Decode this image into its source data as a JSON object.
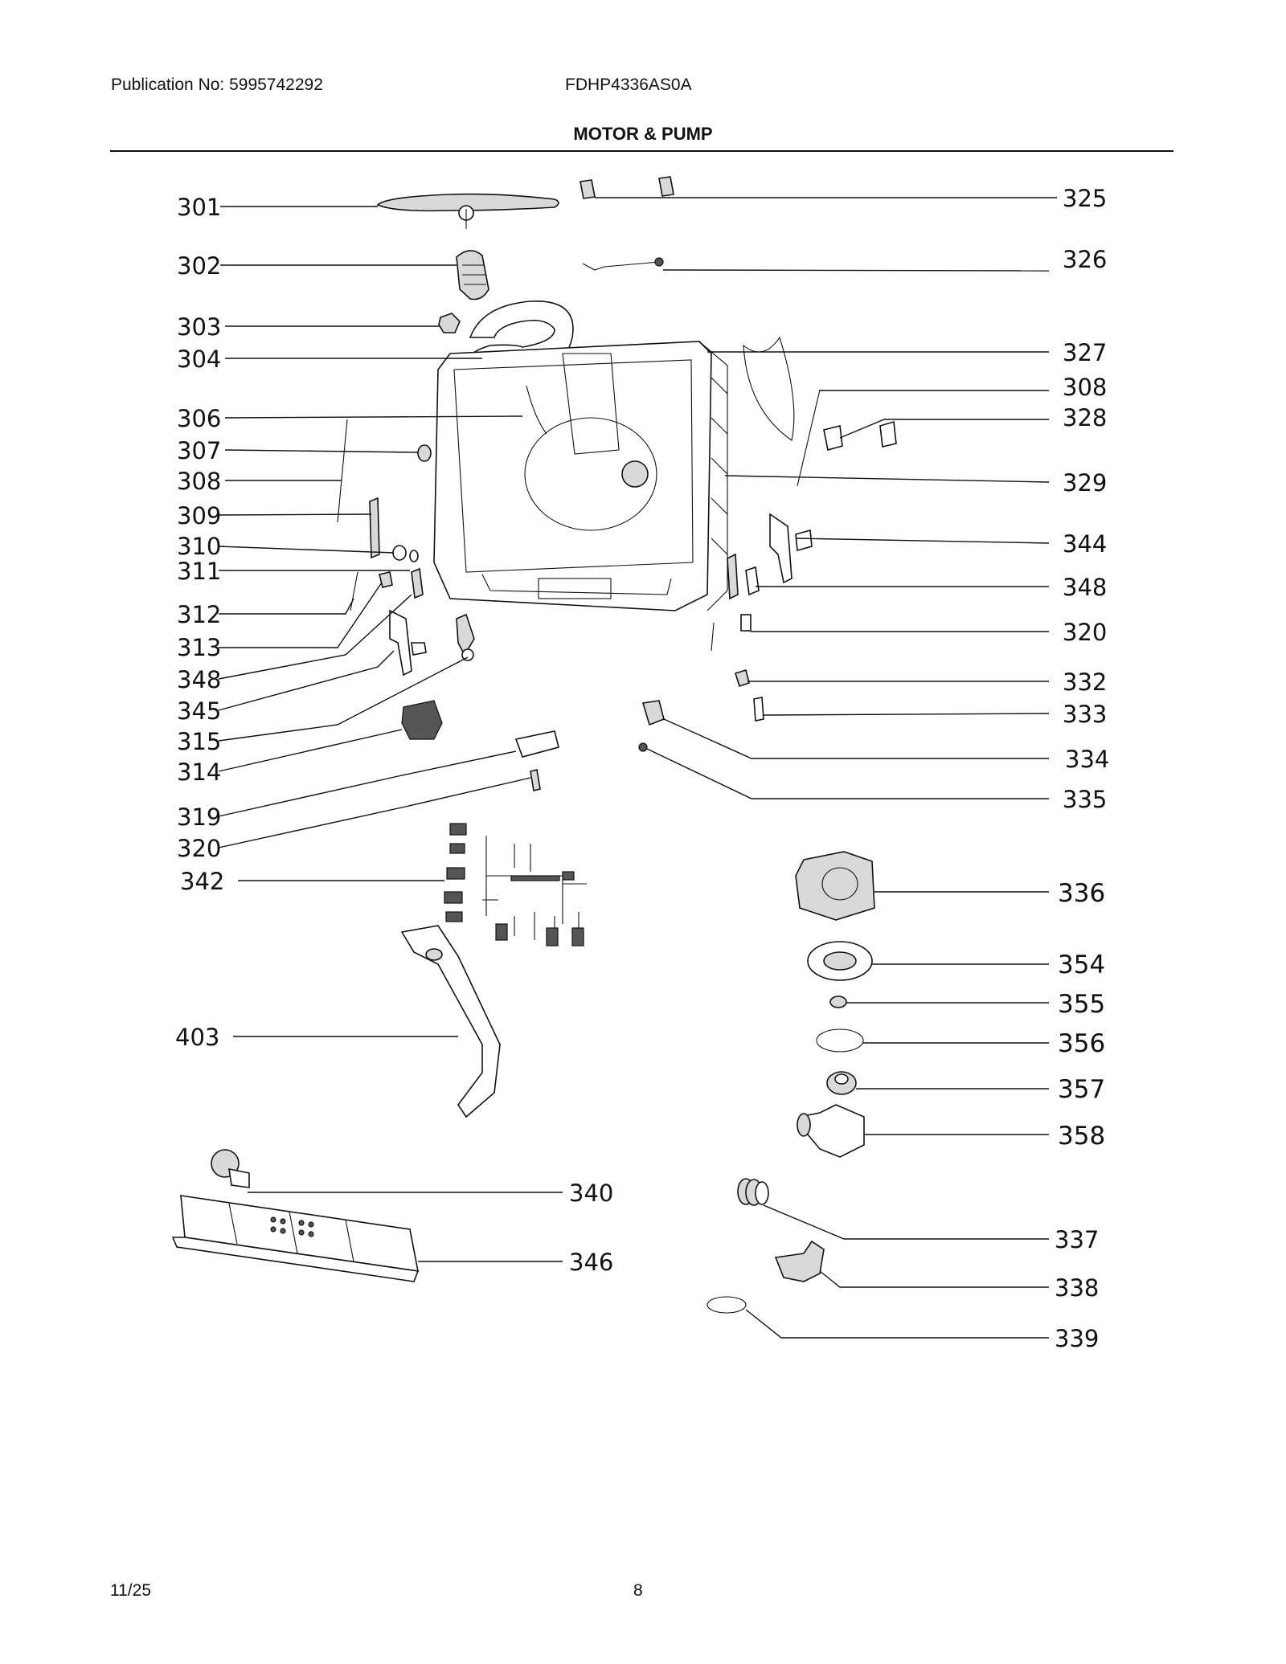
{
  "header": {
    "publication": "Publication No: 5995742292",
    "model": "FDHP4336AS0A",
    "section": "MOTOR & PUMP"
  },
  "callouts": {
    "c301": "301",
    "c302": "302",
    "c303": "303",
    "c304": "304",
    "c306": "306",
    "c307": "307",
    "c308a": "308",
    "c309": "309",
    "c310": "310",
    "c311": "311",
    "c312": "312",
    "c313": "313",
    "c348a": "348",
    "c345": "345",
    "c315": "315",
    "c314": "314",
    "c319": "319",
    "c320a": "320",
    "c342": "342",
    "c403": "403",
    "c340": "340",
    "c346": "346",
    "c325": "325",
    "c326": "326",
    "c327": "327",
    "c308b": "308",
    "c328": "328",
    "c329": "329",
    "c344": "344",
    "c348b": "348",
    "c320b": "320",
    "c332": "332",
    "c333": "333",
    "c334": "334",
    "c335": "335",
    "c336": "336",
    "c354": "354",
    "c355": "355",
    "c356": "356",
    "c357": "357",
    "c358": "358",
    "c337": "337",
    "c338": "338",
    "c339": "339"
  },
  "footer": {
    "date": "11/25",
    "page": "8"
  }
}
